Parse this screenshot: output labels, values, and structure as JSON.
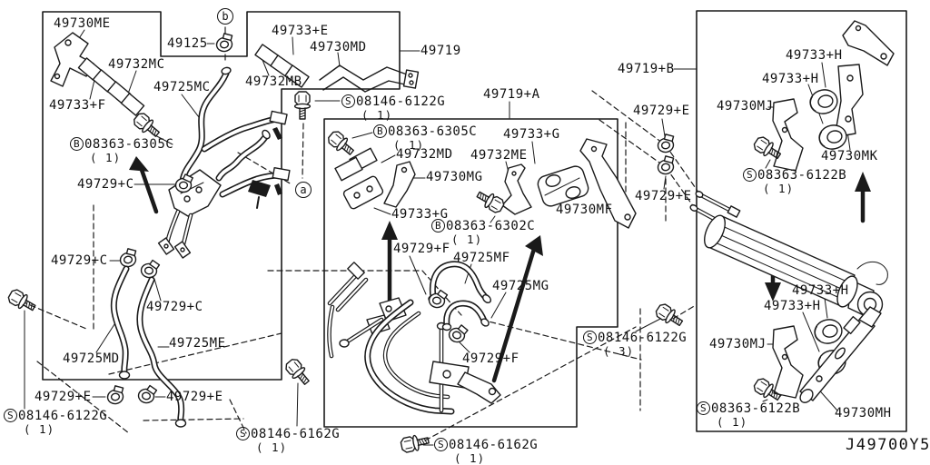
{
  "colors": {
    "ink": "#1a1a1a",
    "background": "#ffffff"
  },
  "diagram_code": "J49700Y5",
  "markers": {
    "a": "a",
    "b": "b"
  },
  "part_labels": {
    "p49730ME": "49730ME",
    "p49125": "49125",
    "p49733E": "49733+E",
    "p49730MD": "49730MD",
    "p49719": "49719",
    "p49719A": "49719+A",
    "p49719B": "49719+B",
    "p49732MB": "49732MB",
    "p49732MC": "49732MC",
    "p49732MD": "49732MD",
    "p49732ME": "49732ME",
    "p49725MC": "49725MC",
    "p49725MD": "49725MD",
    "p49725ME": "49725ME",
    "p49725MF": "49725MF",
    "p49725MG": "49725MG",
    "p49733F": "49733+F",
    "p49733G": "49733+G",
    "p49733H": "49733+H",
    "p49729C": "49729+C",
    "p49729E": "49729+E",
    "p49729F": "49729+F",
    "p49730MF": "49730MF",
    "p49730MG": "49730MG",
    "p49730MH": "49730MH",
    "p49730MJ": "49730MJ",
    "p49730MK": "49730MK"
  },
  "fasteners": {
    "s08146_6122G": {
      "prefix": "S",
      "code": "08146-6122G",
      "qty1": "( 1)",
      "qty3": "( 3)"
    },
    "s08146_6162G": {
      "prefix": "S",
      "code": "08146-6162G",
      "qty1": "( 1)"
    },
    "b08363_6305C": {
      "prefix": "B",
      "code": "08363-6305C",
      "qty1": "( 1)"
    },
    "b08363_6302C": {
      "prefix": "B",
      "code": "08363-6302C",
      "qty1": "( 1)"
    },
    "s08363_6122B": {
      "prefix": "S",
      "code": "08363-6122B",
      "qty1": "( 1)"
    }
  }
}
